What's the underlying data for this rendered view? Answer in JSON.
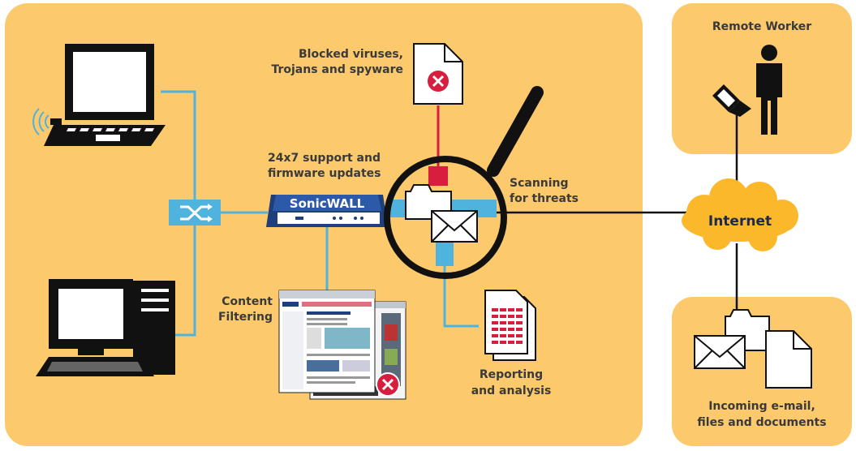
{
  "colors": {
    "panel": "#fcc96c",
    "panel_edge": "#f2b85a",
    "cloud": "#fbb82b",
    "link_line": "#4fb3dd",
    "threat_line": "#d71e3e",
    "dark": "#111111",
    "navy": "#1f3e7c"
  },
  "labels": {
    "blocked_line1": "Blocked viruses,",
    "blocked_line2": "Trojans and spyware",
    "support_line1": "24x7 support and",
    "support_line2": "firmware updates",
    "appliance_brand": "SonicWALL",
    "scanning_line1": "Scanning",
    "scanning_line2": "for threats",
    "content_line1": "Content",
    "content_line2": "Filtering",
    "reporting_line1": "Reporting",
    "reporting_line2": "and analysis",
    "remote_worker": "Remote Worker",
    "internet": "Internet",
    "incoming_line1": "Incoming e-mail,",
    "incoming_line2": "files and documents"
  }
}
